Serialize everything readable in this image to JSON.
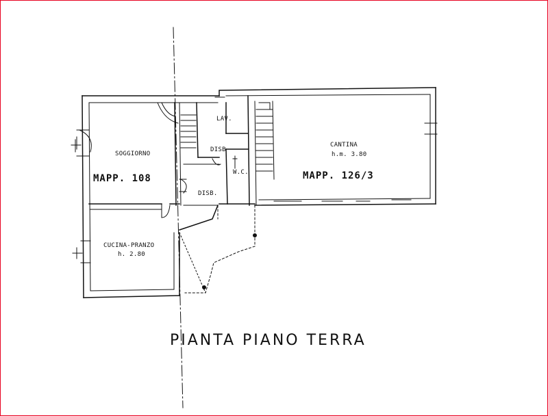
{
  "plan": {
    "title": "PIANTA PIANO TERRA",
    "rooms": {
      "soggiorno": "SOGGIORNO",
      "mapp_108": "MAPP. 108",
      "lav": "LAV.",
      "disb_upper": "DISB",
      "wc": "W.C.",
      "disb_lower": "DISB.",
      "cucina": "CUCINA-PRANZO",
      "cucina_h": "h. 2.80",
      "cantina": "CANTINA",
      "cantina_h": "h.m. 3.80",
      "mapp_126": "MAPP. 126/3"
    }
  }
}
